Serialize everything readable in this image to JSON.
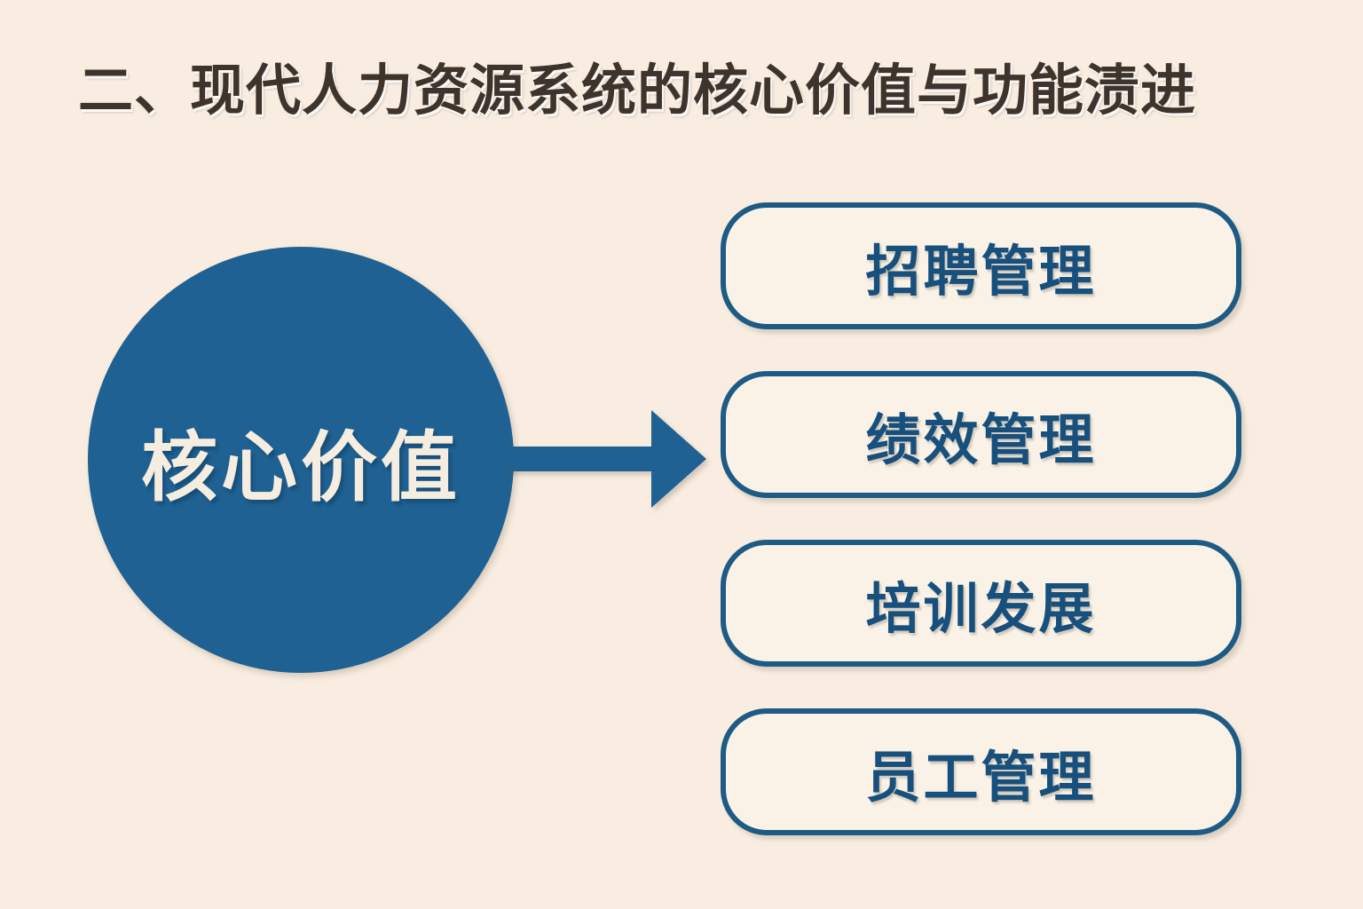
{
  "slide": {
    "background_color": "#F8EDE0",
    "title": "二、现代人力资源系统的核心价值与功能渍进",
    "title_color": "#3E342B"
  },
  "core": {
    "label": "核心价值",
    "fill_color": "#1F6193",
    "text_color": "#F5EDE0"
  },
  "arrow": {
    "icon": "arrow-right-icon",
    "color": "#1F6193",
    "direction": "right"
  },
  "branches": {
    "border_color": "#1D5B85",
    "fill_color": "#FAF2E7",
    "text_color": "#17507C",
    "items": [
      {
        "label": "招聘管理"
      },
      {
        "label": "绩效管理"
      },
      {
        "label": "培训发展"
      },
      {
        "label": "员工管理"
      }
    ]
  }
}
